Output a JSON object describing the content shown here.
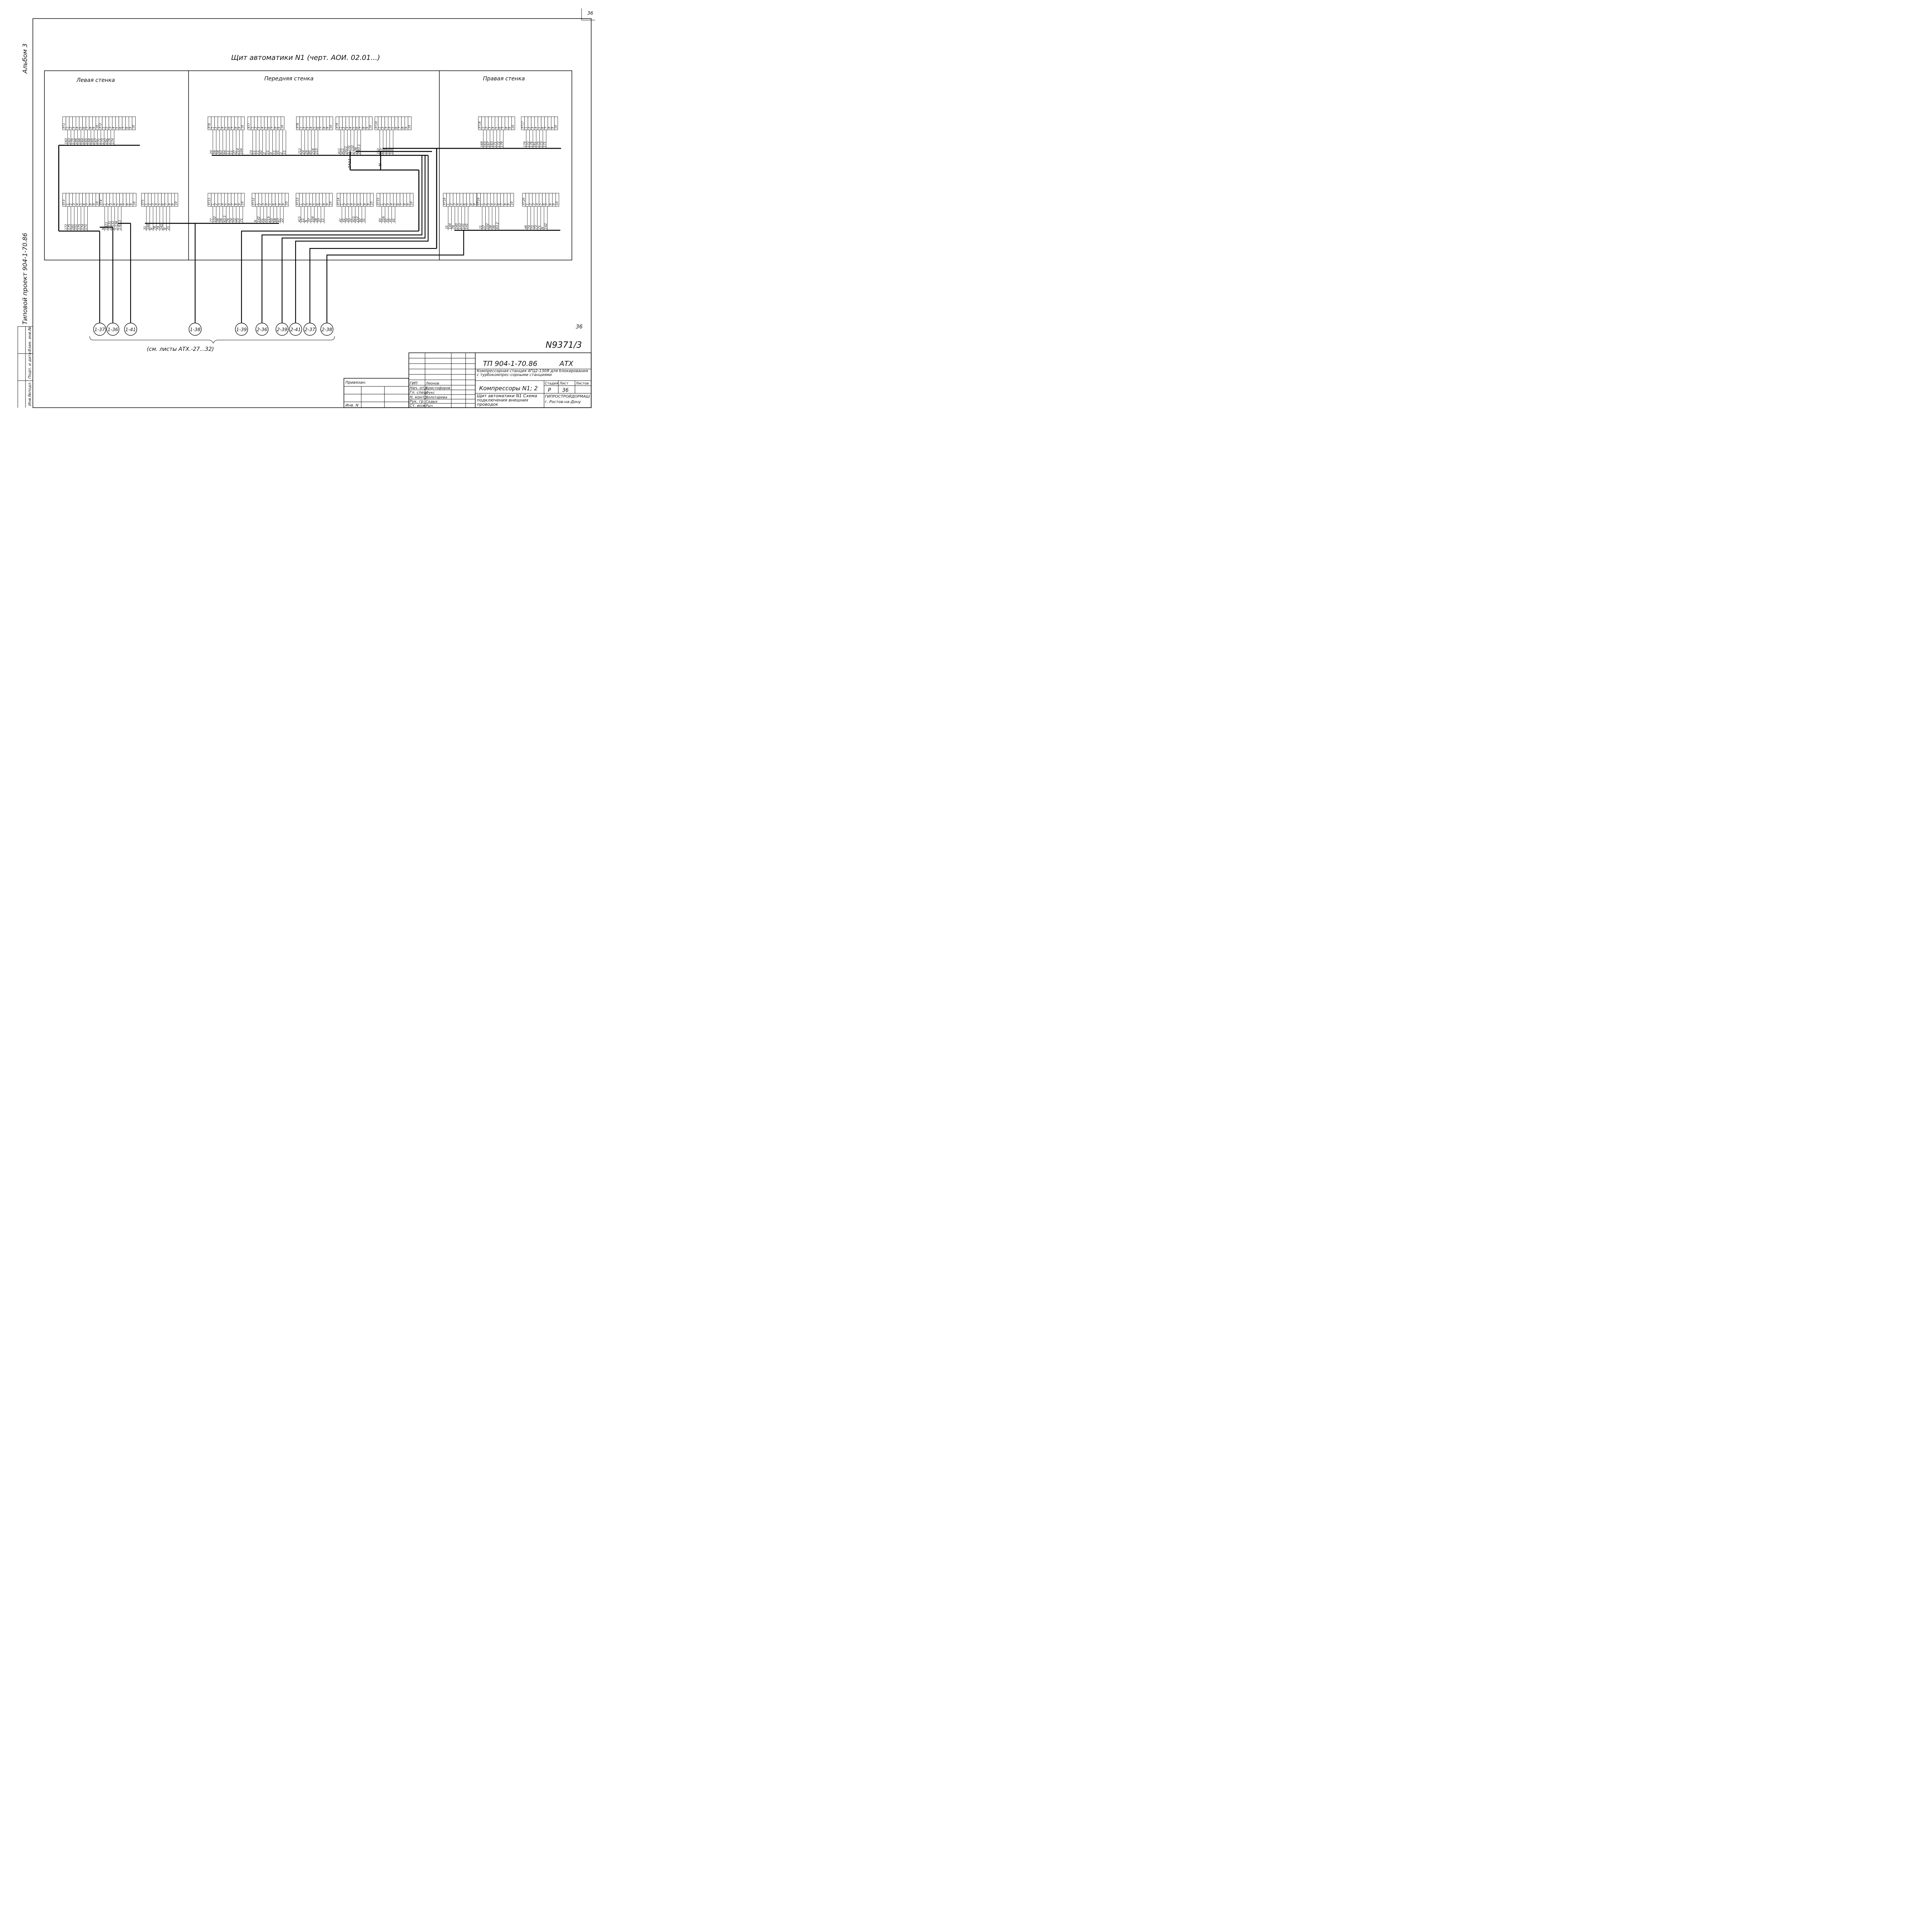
{
  "sheet_number_corner": "36",
  "album_label": "Альбом 3",
  "project_label": "Типовой проект 904-1-70.86",
  "side_stamp": [
    "Инв.№подл.",
    "Подп. и дата",
    "Взам. инв.№"
  ],
  "title": "Щит автоматики N1 (черт. АОИ. 02.01...)",
  "panels": {
    "left": "Левая стенка",
    "front": "Передняя стенка",
    "right": "Правая стенка"
  },
  "terminal_blocks": {
    "XT1": {
      "id": "XT1",
      "terminals": [
        "1",
        "2",
        "3",
        "4",
        "5",
        "6",
        "7",
        "8",
        "9",
        "10"
      ],
      "wires": [
        "163",
        "163",
        "170",
        "166",
        "168",
        "164",
        "165",
        "169",
        "165",
        "167",
        "171",
        "173",
        "162",
        "176",
        "174"
      ]
    },
    "XT2": {
      "id": "XT2",
      "terminals": [
        "1",
        "2",
        "3",
        "4",
        "5",
        "6",
        "7",
        "8",
        "9",
        "10"
      ]
    },
    "XT6": {
      "id": "XT6",
      "terminals": [
        "1",
        "2",
        "3",
        "4",
        "5",
        "6",
        "7",
        "8",
        "9",
        "10"
      ],
      "wires": [
        "20",
        "56",
        "58",
        "62",
        "64",
        "11",
        "11",
        "37",
        "214",
        "104"
      ]
    },
    "XT7": {
      "id": "XT7",
      "terminals": [
        "1",
        "2",
        "3",
        "4",
        "5",
        "6",
        "7",
        "8",
        "9",
        "10"
      ],
      "wires": [
        "23",
        "11",
        "11",
        "42",
        "2",
        "11",
        "4",
        "11",
        "41",
        "2",
        "11"
      ]
    },
    "XT8": {
      "id": "XT8",
      "terminals": [
        "1",
        "2",
        "3",
        "4",
        "5",
        "6",
        "7",
        "8",
        "9",
        "10"
      ],
      "wires": [
        "212",
        "24",
        "26",
        "85",
        "216",
        "215"
      ]
    },
    "XT9": {
      "id": "XT9",
      "terminals": [
        "1",
        "2",
        "3",
        "4",
        "5",
        "6",
        "7",
        "8",
        "9",
        "10"
      ],
      "wires": [
        "A11",
        "A11",
        "2A11",
        "2-131",
        "2-132",
        "2-36",
        "2-63.1"
      ]
    },
    "XT10": {
      "id": "XT10",
      "terminals": [
        "1",
        "2",
        "3",
        "4",
        "5",
        "6",
        "7",
        "8",
        "9",
        "10"
      ],
      "wires": [
        "163",
        "167",
        "158",
        "160",
        "165"
      ]
    },
    "XT16": {
      "id": "XT16",
      "terminals": [
        "1",
        "2",
        "3",
        "4",
        "5",
        "6",
        "7",
        "8",
        "9",
        "10"
      ],
      "wires": [
        "169",
        "163",
        "167",
        "163",
        "171",
        "172",
        "176"
      ]
    },
    "XT17": {
      "id": "XT17",
      "terminals": [
        "1",
        "2",
        "3",
        "4",
        "5",
        "6",
        "7",
        "8",
        "9",
        "10"
      ],
      "wires": [
        "174",
        "172",
        "176",
        "161",
        "175",
        "173",
        "171"
      ]
    },
    "XT3": {
      "id": "XT3",
      "terminals": [
        "1",
        "2",
        "3",
        "4",
        "5",
        "6",
        "7",
        "8",
        "9",
        "10"
      ],
      "wires": [
        "172",
        "175",
        "161",
        "151",
        "175",
        "174",
        "171"
      ]
    },
    "XT4": {
      "id": "XT4",
      "terminals": [
        "1",
        "2",
        "3",
        "4",
        "5",
        "6",
        "7",
        "8",
        "9",
        "10"
      ],
      "wires": [
        "N",
        "1A11",
        "1-131",
        "1-132",
        "1-136",
        "1-63.1"
      ]
    },
    "XT5": {
      "id": "XT5",
      "terminals": [
        "1",
        "2",
        "3",
        "4",
        "5",
        "6",
        "7",
        "8",
        "9",
        "10"
      ],
      "wires": [
        "31",
        "144",
        "N",
        "78",
        "79",
        "141",
        "N",
        "21"
      ]
    },
    "XT11": {
      "id": "XT11",
      "terminals": [
        "1",
        "2",
        "3",
        "4",
        "5",
        "6",
        "7",
        "8",
        "9",
        "10"
      ],
      "wires": [
        "77",
        "102",
        "38",
        "36",
        "63.1",
        "76",
        "74",
        "72",
        "73",
        "71"
      ]
    },
    "XT12": {
      "id": "XT12",
      "terminals": [
        "1",
        "2",
        "3",
        "4",
        "5",
        "6",
        "7",
        "8",
        "9",
        "10"
      ],
      "wires": [
        "N",
        "142",
        "41",
        "41",
        "215",
        "50",
        "68",
        "67",
        "22"
      ]
    },
    "XT13": {
      "id": "XT13",
      "terminals": [
        "1",
        "2",
        "3",
        "4",
        "5",
        "6",
        "7",
        "8",
        "9",
        "10"
      ],
      "wires": [
        "A11",
        "11",
        "N",
        "37",
        "104",
        "28",
        "37",
        "11"
      ]
    },
    "XT14": {
      "id": "XT14",
      "terminals": [
        "1",
        "2",
        "3",
        "4",
        "5",
        "6",
        "7",
        "8",
        "9",
        "10"
      ],
      "wires": [
        "41",
        "41",
        "34",
        "32",
        "A11",
        "212",
        "92",
        "31"
      ]
    },
    "XT15": {
      "id": "XT15",
      "terminals": [
        "1",
        "2",
        "3",
        "4",
        "5",
        "6",
        "7",
        "8",
        "9",
        "10"
      ],
      "wires": [
        "95",
        "216",
        "41",
        "41",
        "41"
      ]
    },
    "XT18": {
      "id": "XT18",
      "terminals": [
        "1",
        "2",
        "3",
        "4",
        "5",
        "6",
        "7",
        "8",
        "9",
        "10"
      ],
      "wires": [
        "31",
        "144",
        "78",
        "140",
        "143",
        "141",
        "141"
      ]
    },
    "XT19": {
      "id": "XT19",
      "terminals": [
        "1",
        "2",
        "3",
        "4",
        "5",
        "6",
        "7",
        "8",
        "9",
        "10"
      ],
      "wires": [
        "21",
        "37",
        "102",
        "38",
        "36",
        "63.2"
      ]
    },
    "XT20": {
      "id": "XT20",
      "terminals": [
        "1",
        "2",
        "3",
        "4",
        "5",
        "6",
        "7",
        "8",
        "9",
        "10"
      ],
      "wires": [
        "46",
        "74",
        "72",
        "73",
        "71",
        "N",
        "142"
      ]
    }
  },
  "bus_tags": [
    "2A11",
    "N"
  ],
  "cables": [
    "1-37",
    "1-36",
    "1-41",
    "1-38",
    "1-39",
    "2-36",
    "2-39",
    "2-41",
    "2-37",
    "2-38"
  ],
  "cables_note": "(см. листы АТХ.-27...32)",
  "page_number_right": "36",
  "archive_number": "N9371/3",
  "title_block": {
    "code": "ТП 904-1-70.86",
    "mark": "АТХ",
    "object": "Компрессорная станция 4ГЦ2-130Я для блокирования с турбокомпрес-сорными станциями",
    "subtitle": "Компрессоры N1; 2",
    "sheet_title": "Щит автоматики N1 Схема подключения внешних проводок",
    "stage_header": "Стадия",
    "sheet_header": "Лист",
    "sheets_header": "Листов",
    "stage": "Р",
    "sheet": "36",
    "org": "ГИПРОСТРОЙДОРМАШ г. Ростов-на-Дону",
    "privyazan": "Привязан:",
    "inv": "Инв. N",
    "roles": [
      "ГИП",
      "Нач. отд.",
      "Гл. спец.",
      "Н. контр.",
      "Рук. гр.",
      "Ст. инж."
    ],
    "names": [
      "Леонов",
      "Христофоров",
      "Фукс",
      "Золотарева",
      "Седых",
      "Рыч"
    ]
  }
}
